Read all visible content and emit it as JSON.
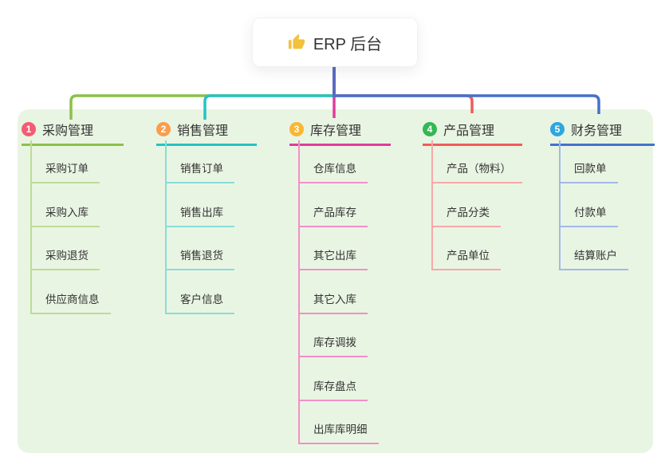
{
  "root": {
    "title": "ERP 后台",
    "icon": "thumbs-up-icon"
  },
  "colors": {
    "root_line": "#5b6bc0",
    "panel_bg": "#e9f5e3",
    "card_bg": "#ffffff",
    "text": "#333333",
    "thumb_icon": "#f4c13d"
  },
  "branches": [
    {
      "index": "1",
      "label": "采购管理",
      "line": "#8cc04b",
      "light": "#bcdc95",
      "badge": "#f25d73",
      "children": [
        "采购订单",
        "采购入库",
        "采购退货",
        "供应商信息"
      ]
    },
    {
      "index": "2",
      "label": "销售管理",
      "line": "#27c2c2",
      "light": "#8adcd8",
      "badge": "#fb9d4d",
      "children": [
        "销售订单",
        "销售出库",
        "销售退货",
        "客户信息"
      ]
    },
    {
      "index": "3",
      "label": "库存管理",
      "line": "#e03c9d",
      "light": "#f190c8",
      "badge": "#f9b731",
      "children": [
        "仓库信息",
        "产品库存",
        "其它出库",
        "其它入库",
        "库存调拨",
        "库存盘点",
        "出库库明细"
      ]
    },
    {
      "index": "4",
      "label": "产品管理",
      "line": "#f15b5b",
      "light": "#f7a8a8",
      "badge": "#33b854",
      "children": [
        "产品（物料）",
        "产品分类",
        "产品单位"
      ]
    },
    {
      "index": "5",
      "label": "财务管理",
      "line": "#4671cb",
      "light": "#a2b9e8",
      "badge": "#2ea7e0",
      "children": [
        "回款单",
        "付款单",
        "结算账户"
      ]
    }
  ]
}
